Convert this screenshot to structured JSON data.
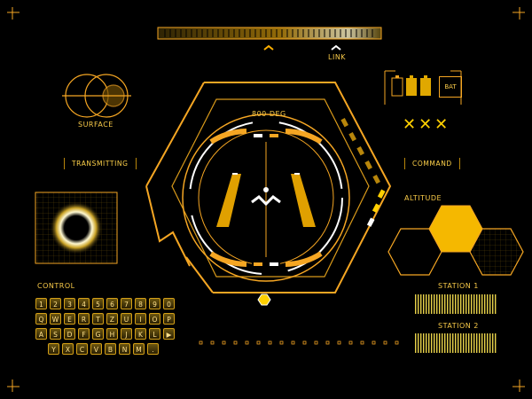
{
  "labels": {
    "link": "LINK",
    "surface": "SURFACE",
    "transmitting": "TRANSMITTING",
    "heading": "800 DEG",
    "command": "COMMAND",
    "altitude": "ALTITUDE",
    "control": "CONTROL",
    "station1": "STATION 1",
    "station2": "STATION 2",
    "battery_badge": "BAT",
    "x_marks": "✕✕✕"
  },
  "keyboard": {
    "rows": [
      [
        "1",
        "2",
        "3",
        "4",
        "5",
        "6",
        "7",
        "8",
        "9",
        "0"
      ],
      [
        "Q",
        "W",
        "E",
        "R",
        "T",
        "Z",
        "U",
        "I",
        "O",
        "P"
      ],
      [
        "A",
        "S",
        "D",
        "F",
        "G",
        "H",
        "J",
        "K",
        "L",
        "▶"
      ],
      [
        "Y",
        "X",
        "C",
        "V",
        "B",
        "N",
        "M",
        "."
      ]
    ]
  },
  "colors": {
    "accent": "#f5a623",
    "highlight": "#ffd000",
    "background": "#000000"
  },
  "icons": [
    "venn-circles-icon",
    "battery-icon",
    "chevron-up-icon",
    "glow-ring-icon",
    "hexagon-icon"
  ]
}
